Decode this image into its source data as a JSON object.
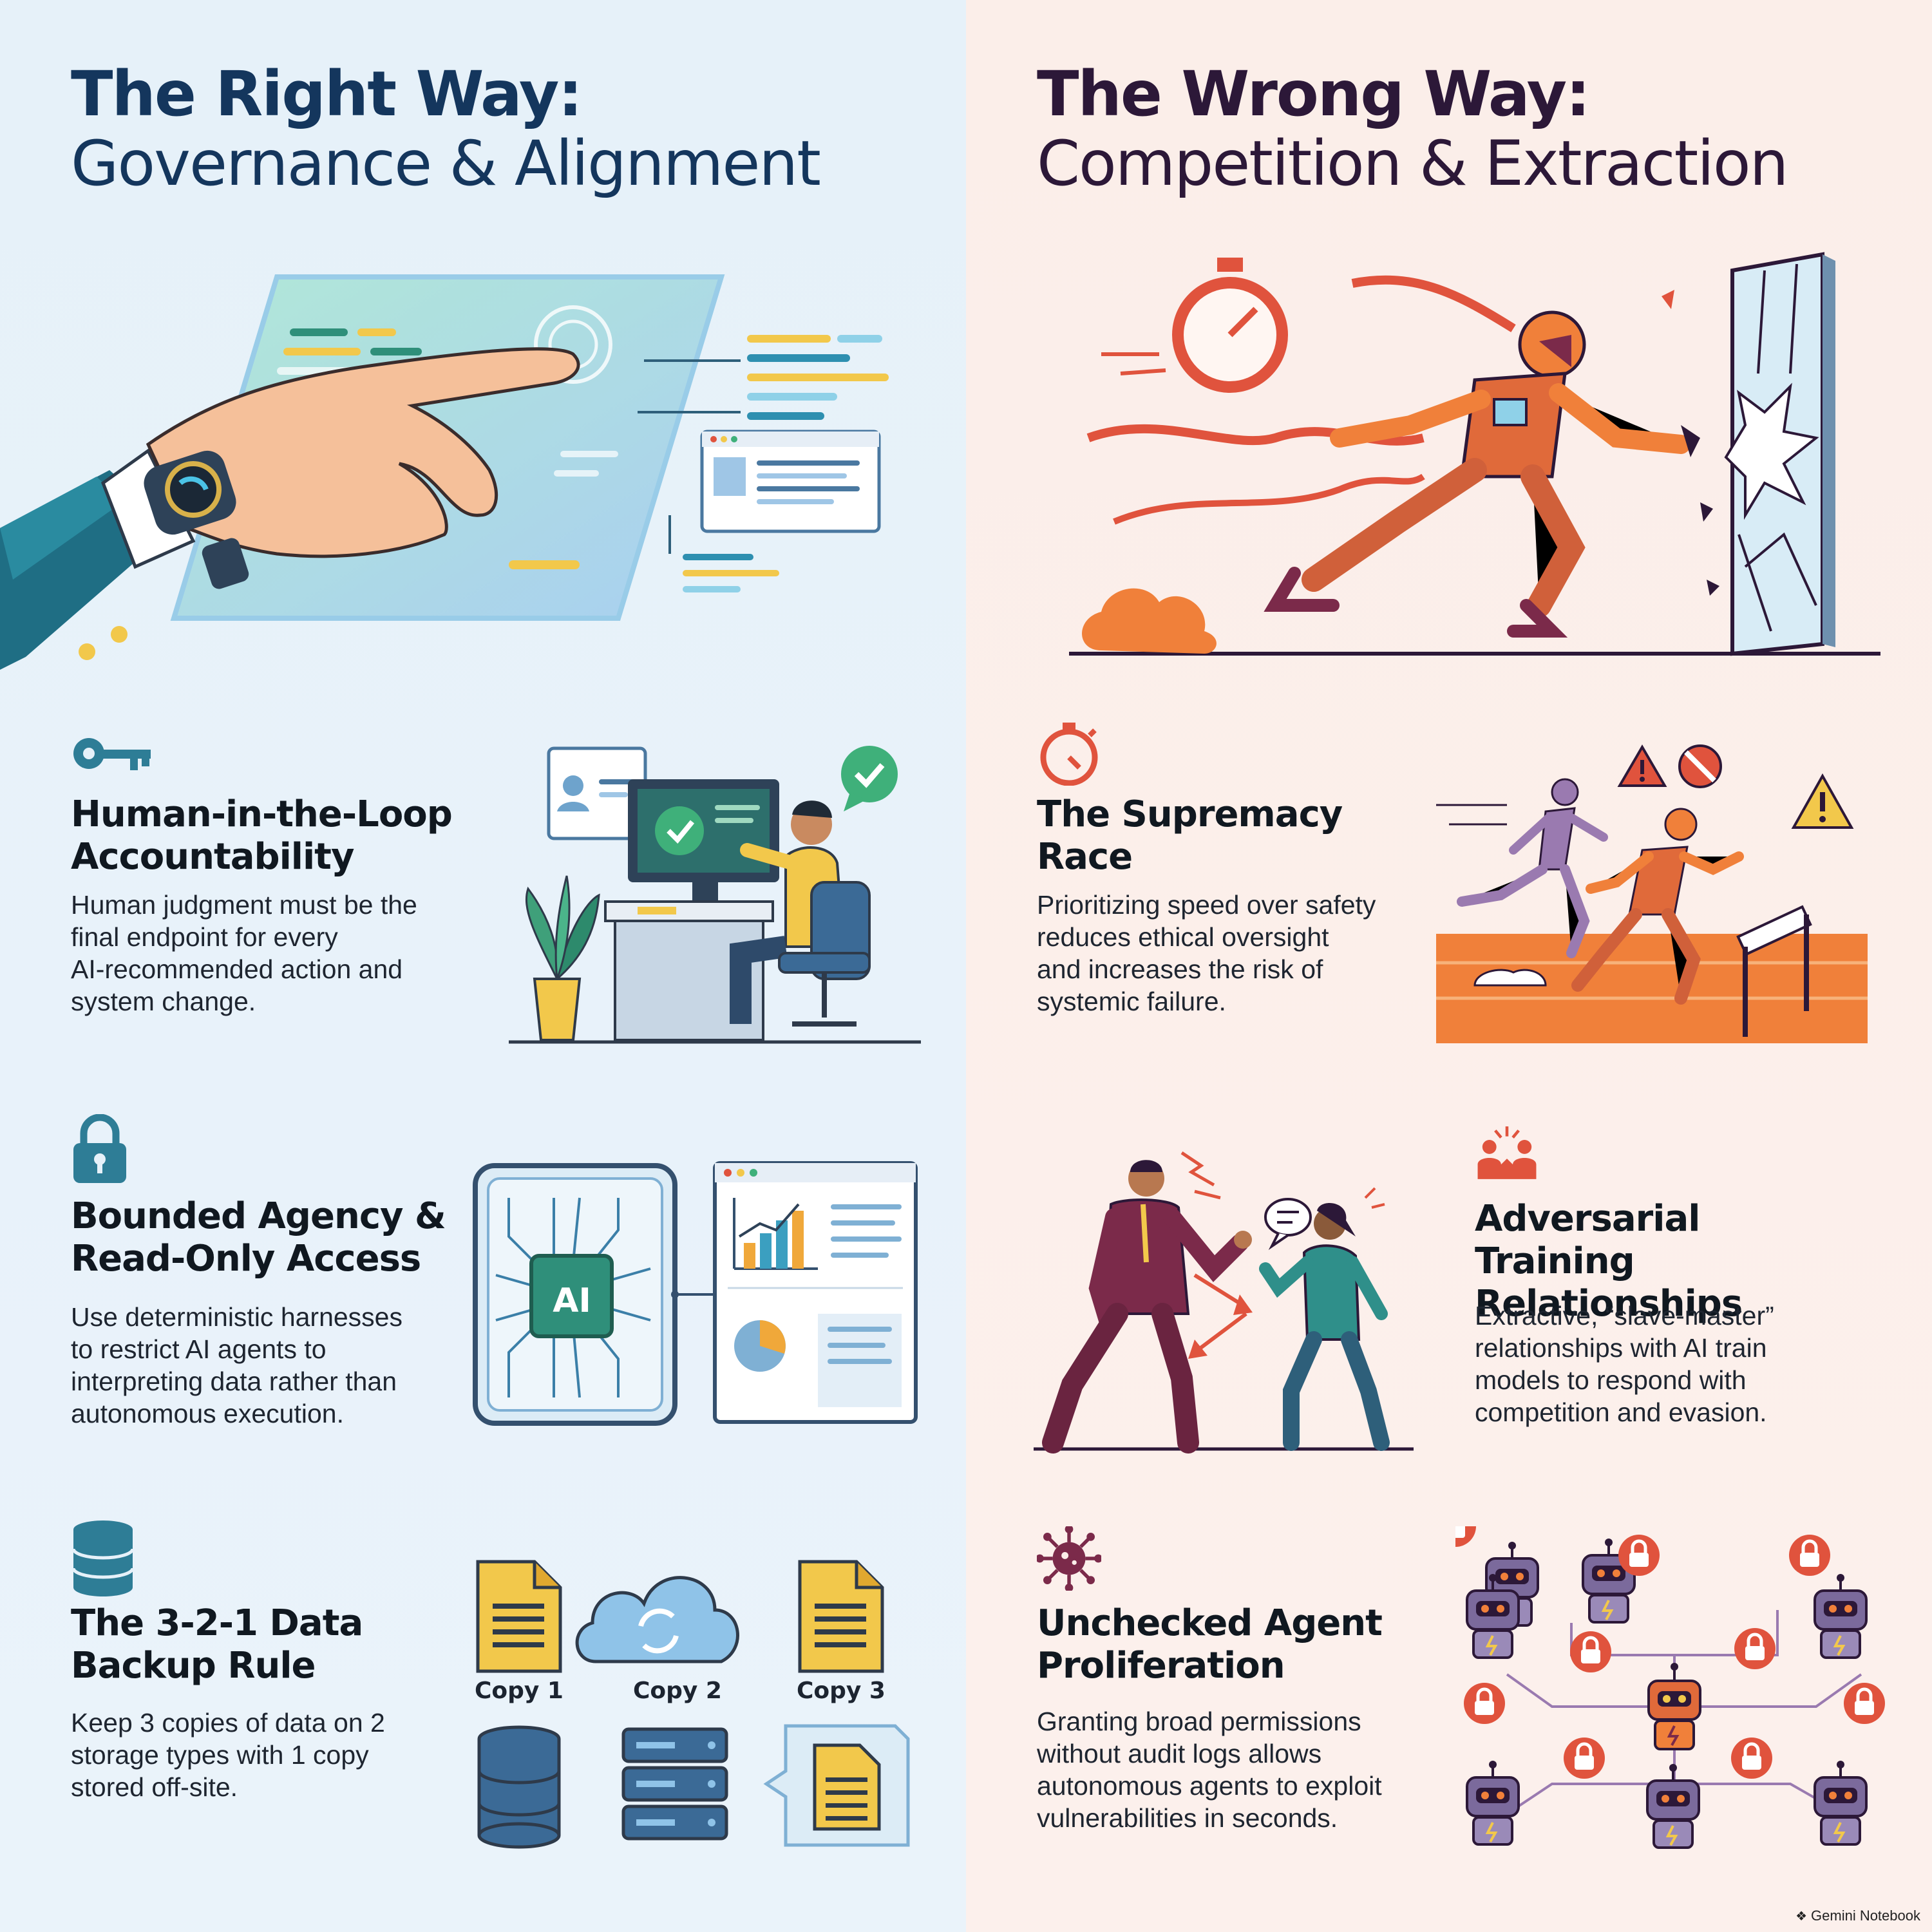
{
  "left": {
    "title_line1": "The Right Way:",
    "title_line2": "Governance & Alignment",
    "sections": [
      {
        "icon": "key-icon",
        "title_lines": [
          "Human-in-the-Loop",
          "Accountability"
        ],
        "body_lines": [
          "Human judgment must be the",
          "final endpoint for every",
          "AI-recommended action and",
          "system change."
        ]
      },
      {
        "icon": "lock-icon",
        "title_lines": [
          "Bounded Agency &",
          "Read-Only Access"
        ],
        "body_lines": [
          "Use deterministic harnesses",
          "to restrict AI agents to",
          "interpreting data rather than",
          "autonomous execution."
        ],
        "chip_label": "AI"
      },
      {
        "icon": "database-icon",
        "title_lines": [
          "The 3-2-1 Data",
          "Backup Rule"
        ],
        "body_lines": [
          "Keep 3 copies of data on 2",
          "storage types with 1 copy",
          "stored off-site."
        ],
        "copies": [
          "Copy 1",
          "Copy 2",
          "Copy 3"
        ]
      }
    ]
  },
  "right": {
    "title_line1": "The Wrong Way:",
    "title_line2": "Competition & Extraction",
    "sections": [
      {
        "icon": "stopwatch-icon",
        "title_lines": [
          "The Supremacy",
          "Race"
        ],
        "body_lines": [
          "Prioritizing speed over safety",
          "reduces ethical oversight",
          "and increases the risk of",
          "systemic failure."
        ]
      },
      {
        "icon": "conflict-icon",
        "title_lines": [
          "Adversarial Training",
          "Relationships"
        ],
        "body_lines": [
          "Extractive, “slave-master”",
          "relationships with AI train",
          "models to respond with",
          "competition and evasion."
        ]
      },
      {
        "icon": "virus-icon",
        "title_lines": [
          "Unchecked Agent",
          "Proliferation"
        ],
        "body_lines": [
          "Granting broad permissions",
          "without audit logs allows",
          "autonomous agents to exploit",
          "vulnerabilities in seconds."
        ]
      }
    ]
  },
  "footer": {
    "brand": "Gemini Notebook"
  },
  "colors": {
    "left_title": "#14365d",
    "right_title": "#2c1838",
    "accent_teal": "#2e7d96",
    "accent_red": "#e0533d",
    "accent_orange": "#f0803a",
    "accent_purple": "#7b4a8c"
  }
}
